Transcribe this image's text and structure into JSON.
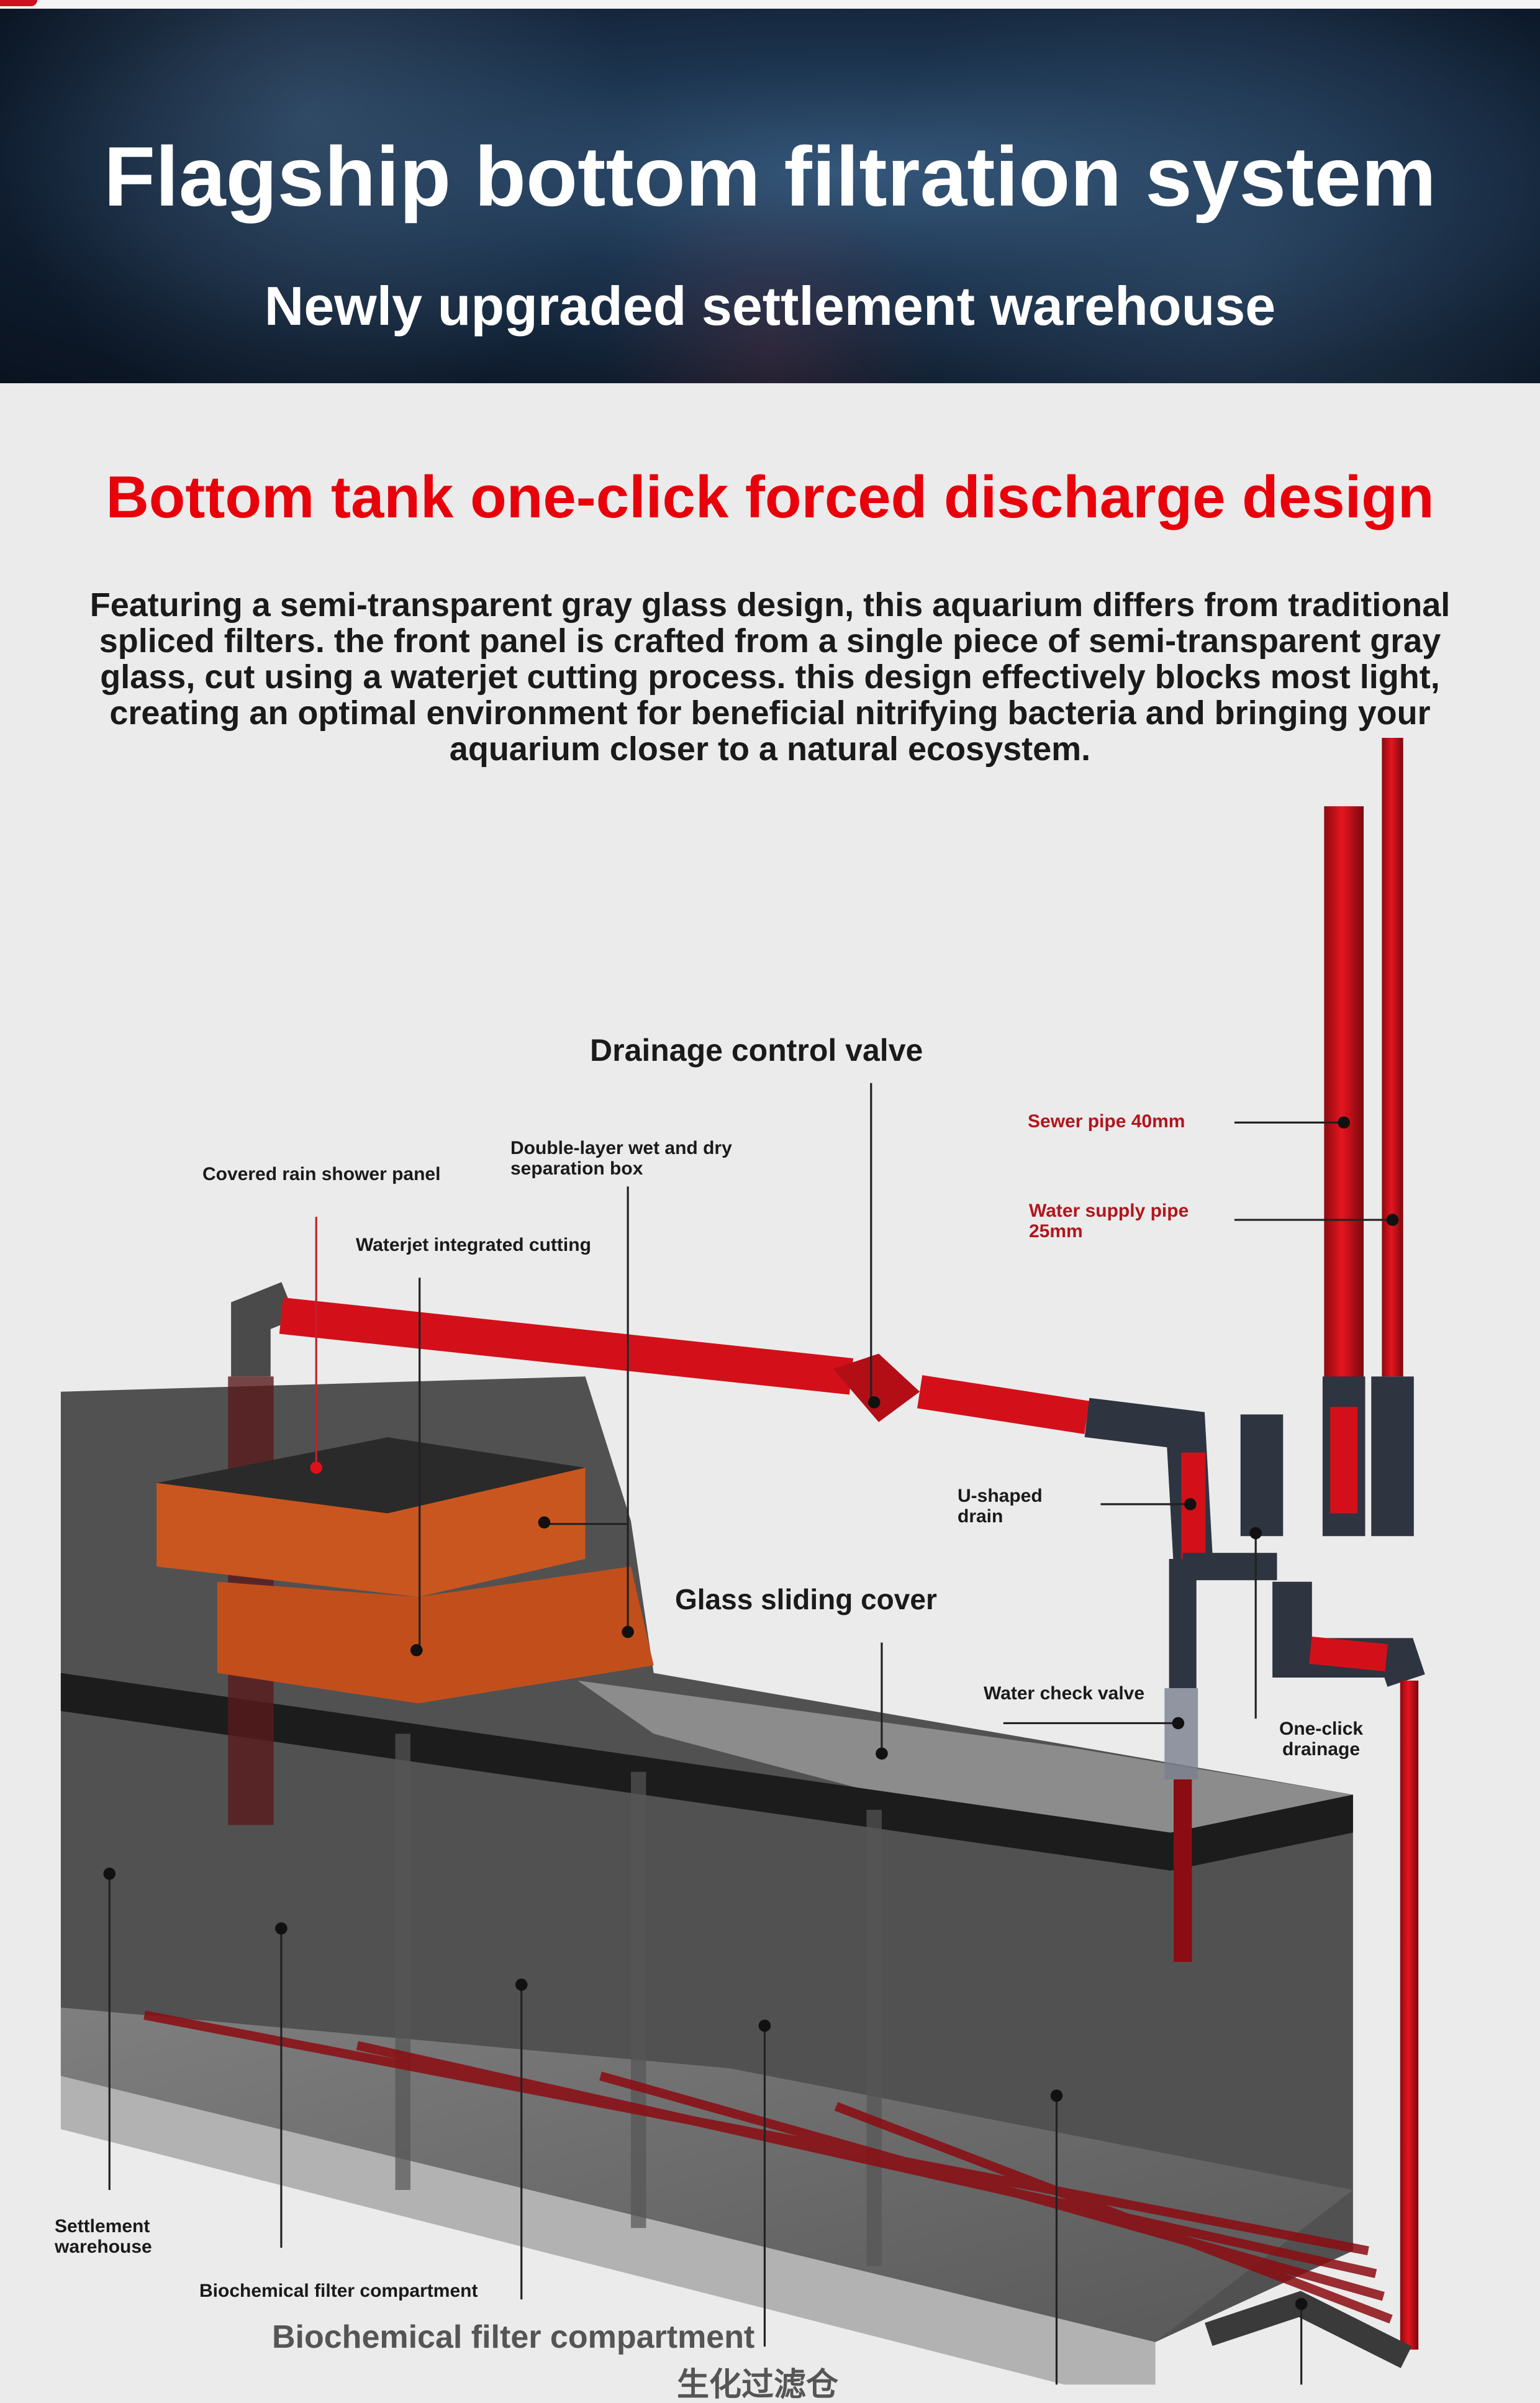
{
  "hero": {
    "title": "Flagship bottom filtration system",
    "subtitle": "Newly upgraded settlement warehouse"
  },
  "section": {
    "heading": "Bottom tank one-click forced discharge design",
    "description": "Featuring a semi-transparent gray glass design, this aquarium differs from traditional spliced filters. the front panel is crafted from a single piece of semi-transparent gray glass, cut using a waterjet cutting process. this design effectively blocks most light, creating an optimal environment for beneficial nitrifying bacteria and bringing your aquarium closer to a natural ecosystem."
  },
  "labels": {
    "drainage_valve": "Drainage control valve",
    "rain_shower": "Covered rain shower panel",
    "separation_box_1": "Double-layer wet and dry",
    "separation_box_2": "separation box",
    "waterjet": "Waterjet integrated cutting",
    "sewer_pipe": "Sewer pipe 40mm",
    "supply_pipe_1": "Water supply pipe",
    "supply_pipe_2": "25mm",
    "u_drain_1": "U-shaped",
    "u_drain_2": "drain",
    "glass_cover": "Glass sliding cover",
    "check_valve": "Water check valve",
    "one_click_1": "One-click",
    "one_click_2": "drainage",
    "settlement_1": "Settlement",
    "settlement_2": "warehouse",
    "biochem_small": "Biochemical filter compartment",
    "biochem_large": "Biochemical filter compartment",
    "biochem_cn": "生化过滤仓"
  },
  "colors": {
    "heading_red": "#e8000b",
    "pipe_red": "#d3101a",
    "label_red": "#b3151c",
    "drawer_orange": "#c9561f"
  }
}
